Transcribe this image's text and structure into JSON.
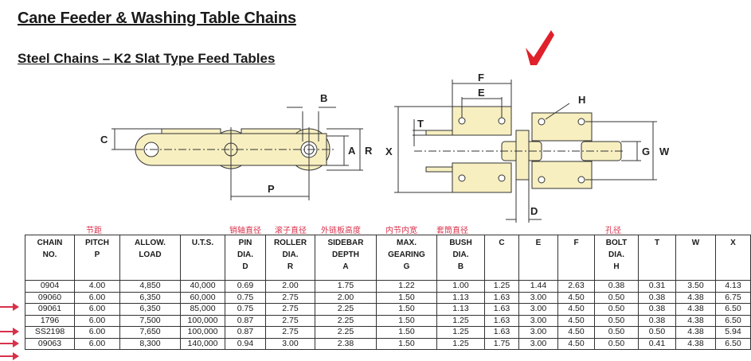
{
  "title": "Cane Feeder & Washing Table Chains",
  "subtitle": "Steel Chains – K2 Slat Type Feed Tables",
  "diagram_side": {
    "labels": {
      "B": "B",
      "C": "C",
      "A": "A",
      "R": "R",
      "P": "P"
    }
  },
  "diagram_top": {
    "labels": {
      "F": "F",
      "E": "E",
      "H": "H",
      "T": "T",
      "X": "X",
      "G": "G",
      "W": "W",
      "D": "D"
    }
  },
  "checkmark_color": "#e0202a",
  "accent_red": "#d9304a",
  "chinese_annotations": {
    "pitch": "节距",
    "pin_dia": "销轴直径",
    "roller_dia": "滚子直径",
    "sidebar_depth": "外链板高度",
    "max_gearing": "内节内宽",
    "bush_dia": "套筒直径",
    "bolt_dia": "孔径"
  },
  "table": {
    "headers": [
      [
        "CHAIN",
        "NO.",
        ""
      ],
      [
        "PITCH",
        "P",
        ""
      ],
      [
        "ALLOW.",
        "LOAD",
        ""
      ],
      [
        "U.T.S.",
        "",
        ""
      ],
      [
        "PIN",
        "DIA.",
        "D"
      ],
      [
        "ROLLER",
        "DIA.",
        "R"
      ],
      [
        "SIDEBAR",
        "DEPTH",
        "A"
      ],
      [
        "MAX.",
        "GEARING",
        "G"
      ],
      [
        "BUSH",
        "DIA.",
        "B"
      ],
      [
        "C",
        "",
        ""
      ],
      [
        "E",
        "",
        ""
      ],
      [
        "F",
        "",
        ""
      ],
      [
        "BOLT",
        "DIA.",
        "H"
      ],
      [
        "T",
        "",
        ""
      ],
      [
        "W",
        "",
        ""
      ],
      [
        "X",
        "",
        ""
      ]
    ],
    "rows": [
      {
        "marked": false,
        "cells": [
          "0904",
          "4.00",
          "4,850",
          "40,000",
          "0.69",
          "2.00",
          "1.75",
          "1.22",
          "1.00",
          "1.25",
          "1.44",
          "2.63",
          "0.38",
          "0.31",
          "3.50",
          "4.13"
        ]
      },
      {
        "marked": true,
        "cells": [
          "09060",
          "6.00",
          "6,350",
          "60,000",
          "0.75",
          "2.75",
          "2.00",
          "1.50",
          "1.13",
          "1.63",
          "3.00",
          "4.50",
          "0.50",
          "0.38",
          "4.38",
          "6.75"
        ]
      },
      {
        "marked": false,
        "cells": [
          "09061",
          "6.00",
          "6,350",
          "85,000",
          "0.75",
          "2.75",
          "2.25",
          "1.50",
          "1.13",
          "1.63",
          "3.00",
          "4.50",
          "0.50",
          "0.38",
          "4.38",
          "6.50"
        ]
      },
      {
        "marked": true,
        "cells": [
          "1796",
          "6.00",
          "7,500",
          "100,000",
          "0.87",
          "2.75",
          "2.25",
          "1.50",
          "1.25",
          "1.63",
          "3.00",
          "4.50",
          "0.50",
          "0.38",
          "4.38",
          "6.50"
        ]
      },
      {
        "marked": true,
        "cells": [
          "SS2198",
          "6.00",
          "7,650",
          "100,000",
          "0.87",
          "2.75",
          "2.25",
          "1.50",
          "1.25",
          "1.63",
          "3.00",
          "4.50",
          "0.50",
          "0.50",
          "4.38",
          "5.94"
        ]
      },
      {
        "marked": true,
        "cells": [
          "09063",
          "6.00",
          "8,300",
          "140,000",
          "0.94",
          "3.00",
          "2.38",
          "1.50",
          "1.25",
          "1.75",
          "3.00",
          "4.50",
          "0.50",
          "0.41",
          "4.38",
          "6.50"
        ]
      }
    ]
  }
}
